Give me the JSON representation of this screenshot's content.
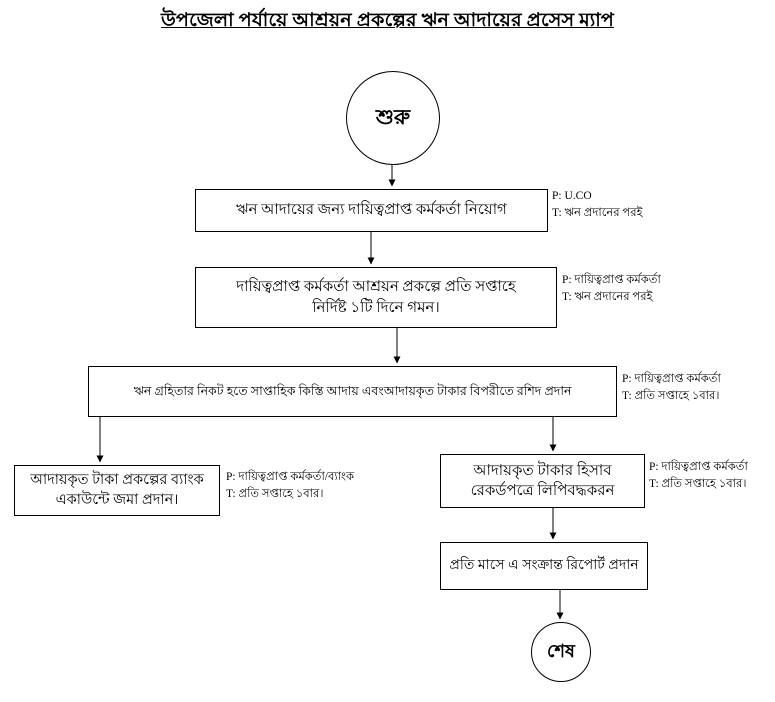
{
  "title": "উপজেলা পর্যায়ে আশ্রয়ন প্রকল্পের ঋন আদায়ের প্রসেস ম্যাপ",
  "flowchart": {
    "start_label": "শুরু",
    "end_label": "শেষ",
    "steps": {
      "assign_officer": {
        "label": "ঋন আদায়ের জন্য দায়িত্বপ্রাপ্ত কর্মকর্তা নিয়োগ",
        "p": "P: U.CO",
        "t": "T: ঋন প্রদানের পরই"
      },
      "weekly_visit": {
        "label": "দায়িত্বপ্রাপ্ত কর্মকর্তা আশ্রয়ন প্রকল্পে প্রতি সপ্তাহে নির্দিষ্ট ১টি দিনে গমন।",
        "p": "P: দায়িত্বপ্রাপ্ত কর্মকর্তা",
        "t": "T: ঋন প্রদানের পরই"
      },
      "collect_installment": {
        "label": "ঋন গ্রহিতার নিকট হতে সাপ্তাহিক কিস্তি আদায় এবংআদায়কৃত টাকার বিপরীতে রশিদ প্রদান",
        "p": "P: দায়িত্বপ্রাপ্ত কর্মকর্তা",
        "t": "T: প্রতি সপ্তাহে ১বার।"
      },
      "bank_deposit": {
        "label": "আদায়কৃত টাকা প্রকল্পের ব্যাংক একাউন্টে জমা প্রদান।",
        "p": "P: দায়িত্বপ্রাপ্ত কর্মকর্তা/ব্যাংক",
        "t": "T: প্রতি সপ্তাহে ১বার।"
      },
      "record_keeping": {
        "label": "আদায়কৃত টাকার হিসাব রেকর্ডপত্রে লিপিবদ্ধকরন",
        "p": "P: দায়িত্বপ্রাপ্ত কর্মকর্তা",
        "t": "T: প্রতি সপ্তাহে ১বার।"
      },
      "monthly_report": {
        "label": "প্রতি মাসে এ সংক্রান্ত রিপোর্ট প্রদান"
      }
    }
  }
}
